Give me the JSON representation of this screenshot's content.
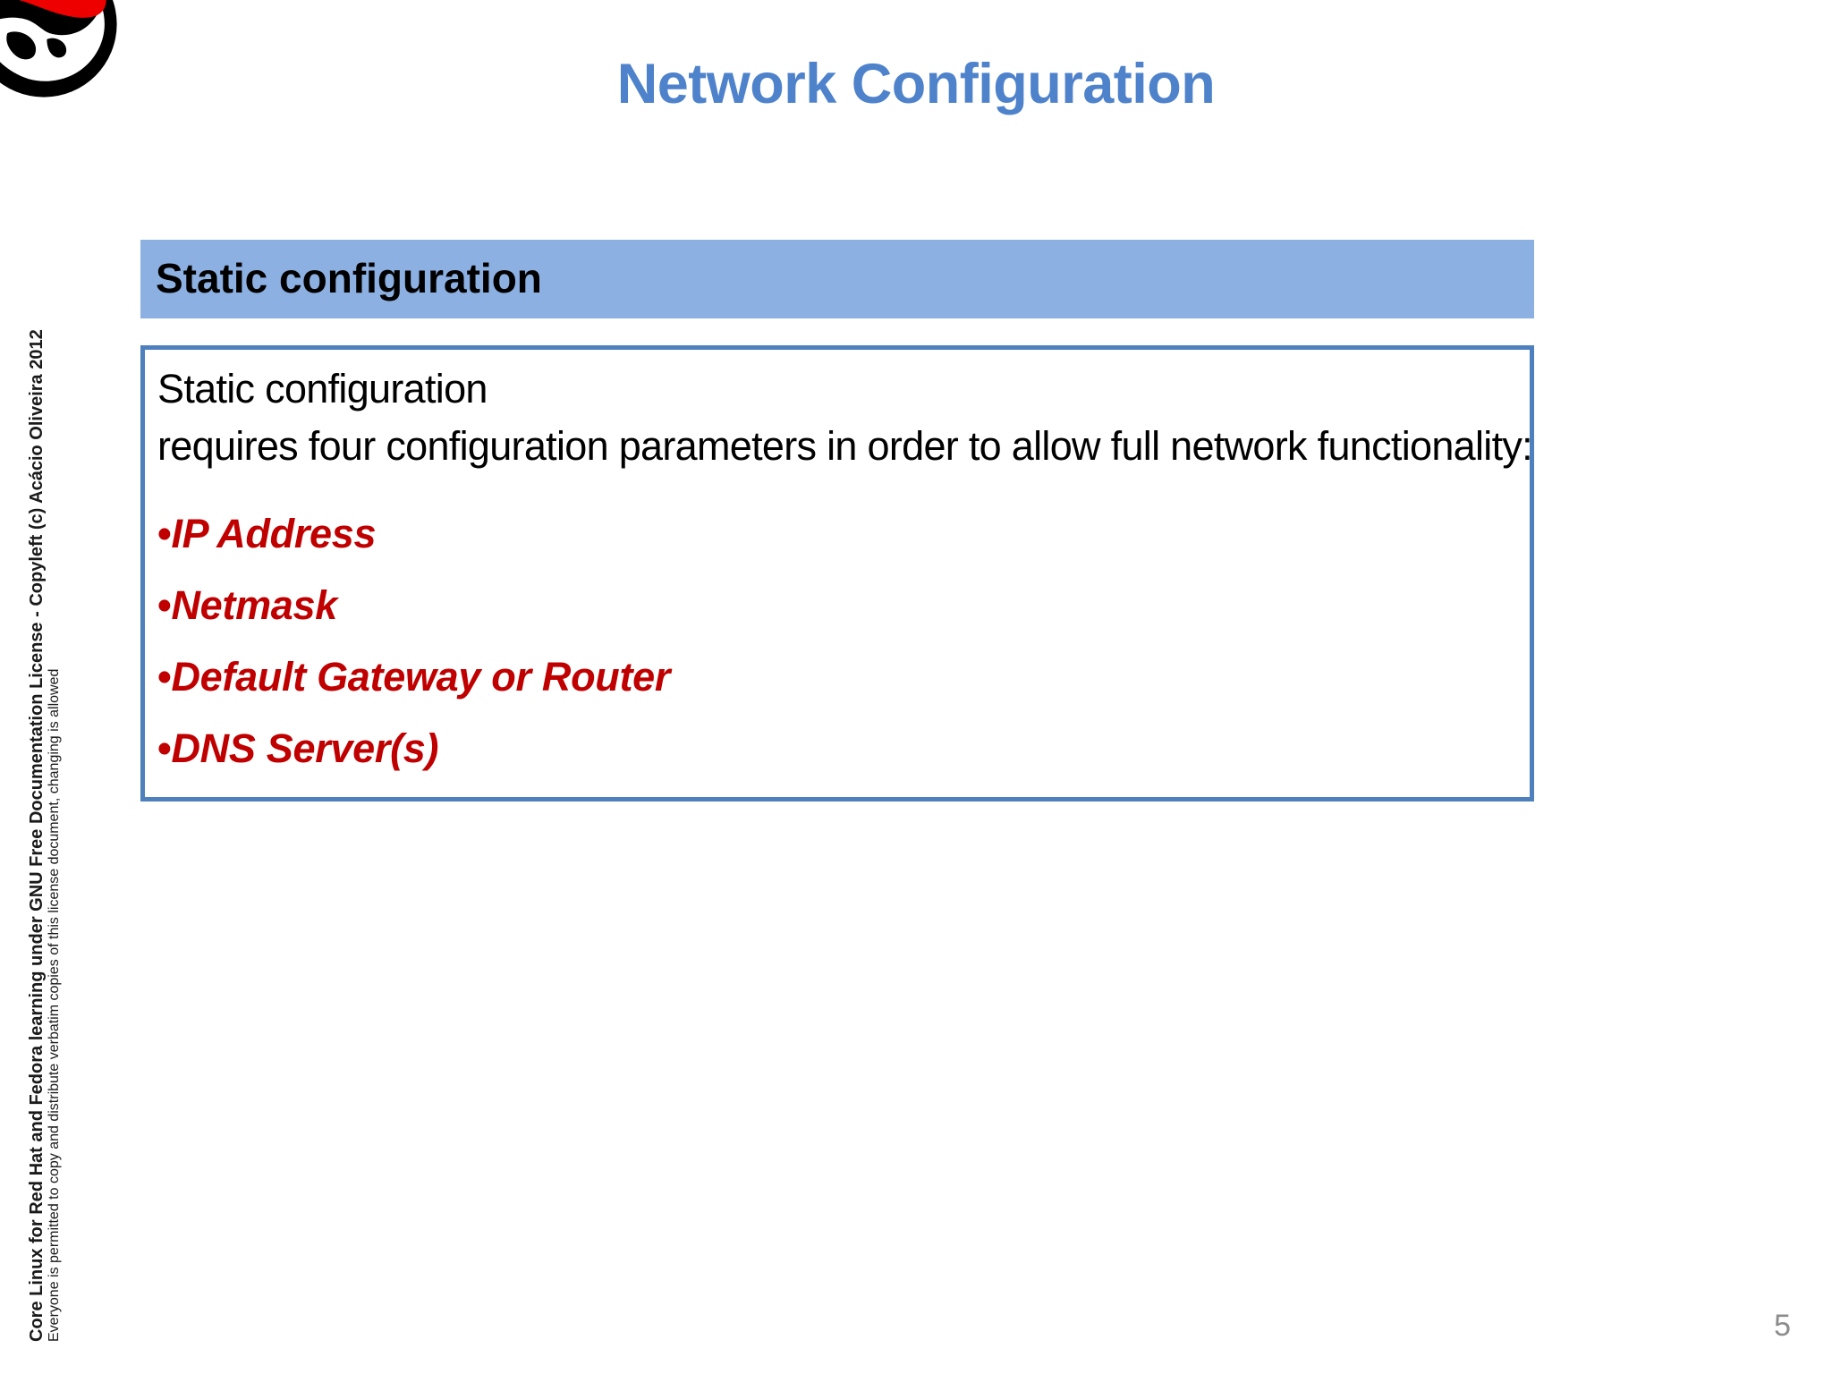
{
  "slide": {
    "title": "Network Configuration",
    "page_number": "5",
    "title_color": "#4e82cb",
    "accent_bar_color": "#8cb0e2",
    "box_border_color": "#4d80bc",
    "bullet_color": "#c00000",
    "page_number_color": "#8c8c8c"
  },
  "logo": {
    "name": "red-hat-shadowman-logo",
    "hat_color": "#ee0000",
    "silhouette_color": "#000000"
  },
  "section": {
    "header_label": "Static configuration"
  },
  "content": {
    "paragraph_lines": [
      "Static configuration",
      "requires four configuration parameters in order to allow full network functionality:"
    ],
    "bullet_char": "•",
    "bullets": [
      "IP Address",
      "Netmask",
      "Default Gateway or Router",
      "DNS Server(s)"
    ]
  },
  "license": {
    "main": "Core Linux for Red Hat and Fedora learning under GNU Free Documentation License  -  Copyleft (c) Acácio Oliveira 2012",
    "sub": "Everyone is permitted to copy and distribute verbatim copies of this license document, changing is allowed"
  }
}
